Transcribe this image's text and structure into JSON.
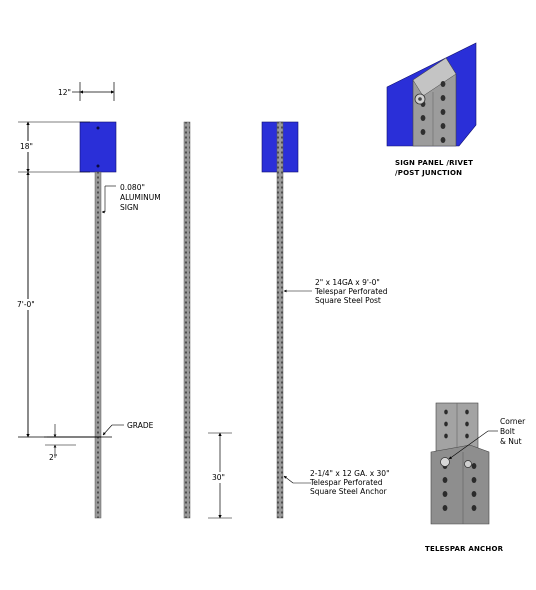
{
  "dimensions": {
    "sign_width": "12\"",
    "sign_height": "18\"",
    "post_above_grade": "7'-0\"",
    "below_grade": "2\"",
    "anchor_depth": "30\""
  },
  "labels": {
    "aluminum_sign": [
      "0.080\"",
      "ALUMINUM",
      "SIGN"
    ],
    "grade": "GRADE",
    "post_spec": [
      "2\" x 14GA x 9'-0\"",
      "Telespar Perforated",
      "Square Steel Post"
    ],
    "anchor_spec": [
      "2-1/4\" x 12 GA. x 30\"",
      "Telespar Perforated",
      "Square Steel Anchor"
    ],
    "corner_bolt": [
      "Corner",
      "Bolt",
      "& Nut"
    ]
  },
  "captions": {
    "junction": [
      "SIGN PANEL /RIVET",
      "/POST JUNCTION"
    ],
    "anchor": "TELESPAR ANCHOR"
  },
  "colors": {
    "sign_blue": "#2a2fd8",
    "post_gray": "#9a9a9a",
    "post_dark": "#5b5b5b",
    "background": "#ffffff"
  }
}
